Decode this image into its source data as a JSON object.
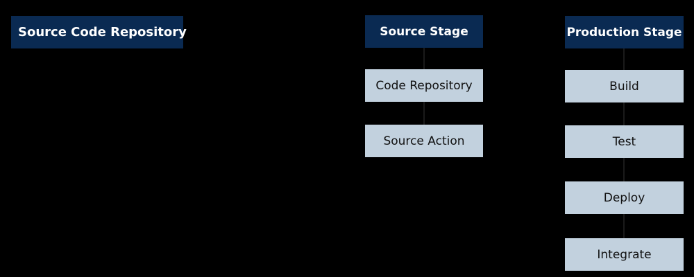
{
  "repository_title": "Source Code Repository",
  "source_column": {
    "header": "Source Stage",
    "items": [
      "Code Repository",
      "Source Action"
    ]
  },
  "production_column": {
    "header": "Production Stage",
    "items": [
      "Build",
      "Test",
      "Deploy",
      "Integrate"
    ]
  },
  "colors": {
    "background": "#000000",
    "header_fill": "#0a2a52",
    "item_fill": "#c2d1de",
    "header_text": "#ffffff",
    "item_text": "#111111"
  }
}
